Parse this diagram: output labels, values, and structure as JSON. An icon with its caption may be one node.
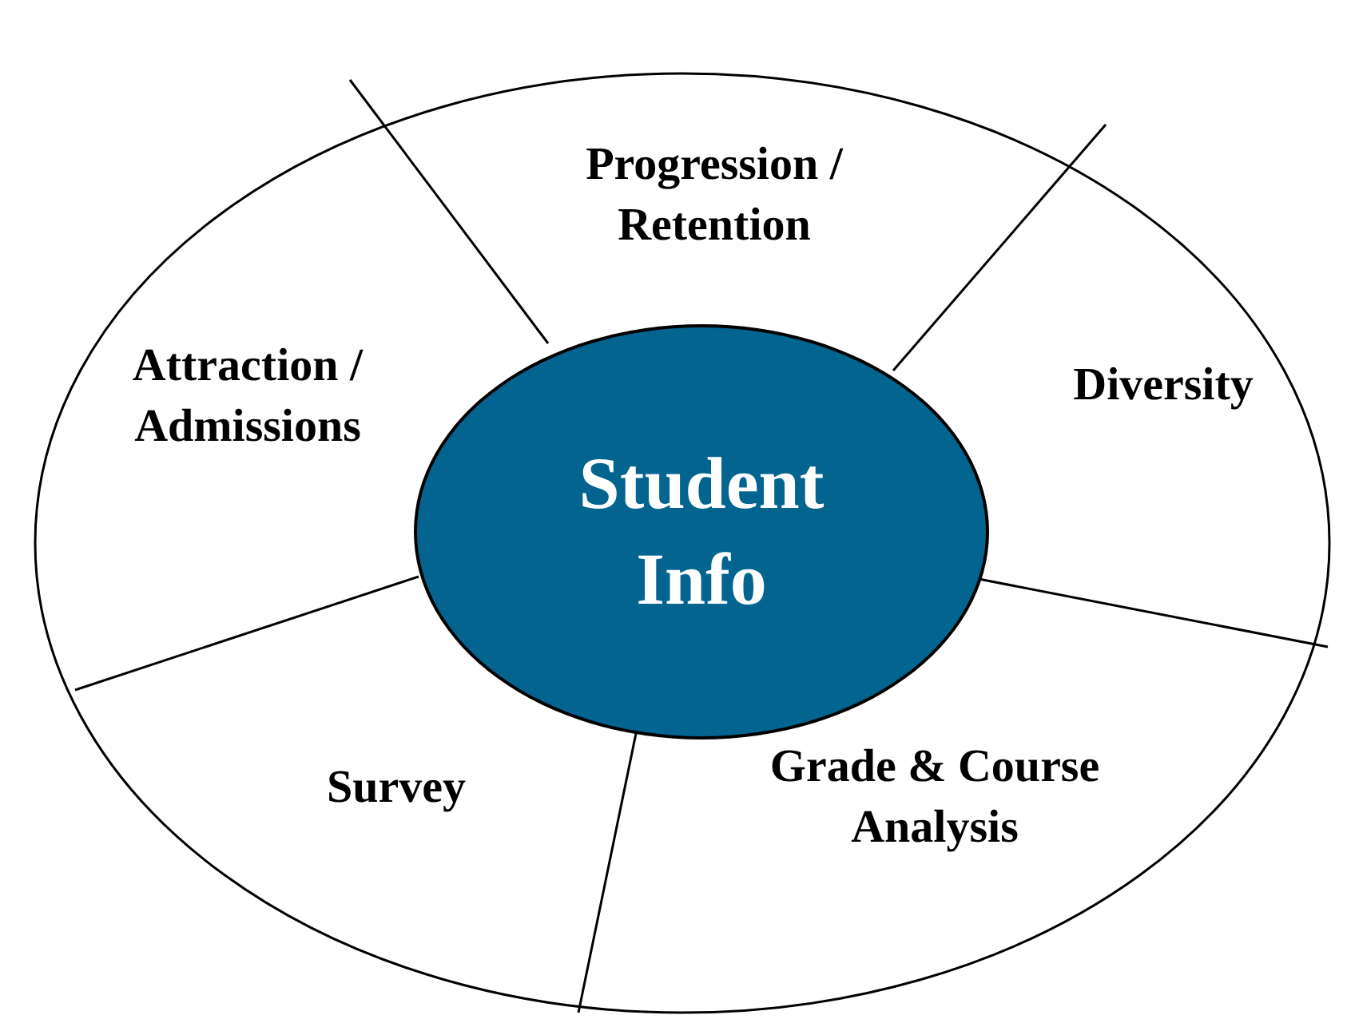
{
  "diagram": {
    "nodes": [
      {
        "text": [
          "Progression / Retention"
        ]
      },
      {
        "text": [
          "Attraction / Admissions"
        ]
      },
      {
        "text": [
          "Diversity"
        ]
      },
      {
        "text": [
          "Student Info"
        ]
      },
      {
        "text": [
          "Survey"
        ]
      },
      {
        "text": [
          "Grade & Course Analysis"
        ]
      }
    ]
  }
}
